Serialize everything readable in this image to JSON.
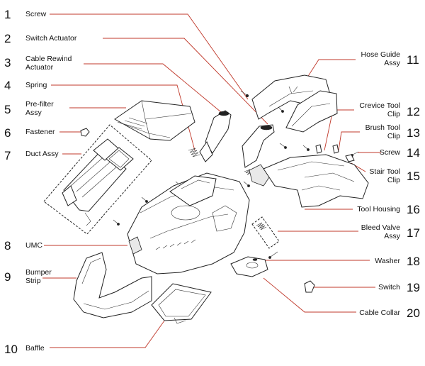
{
  "parts": [
    {
      "number": "1",
      "lines": [
        "Screw"
      ]
    },
    {
      "number": "2",
      "lines": [
        "Switch Actuator"
      ]
    },
    {
      "number": "3",
      "lines": [
        "Cable Rewind",
        "Actuator"
      ]
    },
    {
      "number": "4",
      "lines": [
        "Spring"
      ]
    },
    {
      "number": "5",
      "lines": [
        "Pre-filter",
        "Assy"
      ]
    },
    {
      "number": "6",
      "lines": [
        "Fastener"
      ]
    },
    {
      "number": "7",
      "lines": [
        "Duct Assy"
      ]
    },
    {
      "number": "8",
      "lines": [
        "UMC"
      ]
    },
    {
      "number": "9",
      "lines": [
        "Bumper",
        "Strip"
      ]
    },
    {
      "number": "10",
      "lines": [
        "Baffle"
      ]
    },
    {
      "number": "11",
      "lines": [
        "Hose Guide",
        "Assy"
      ]
    },
    {
      "number": "12",
      "lines": [
        "Crevice Tool",
        "Clip"
      ]
    },
    {
      "number": "13",
      "lines": [
        "Brush Tool",
        "Clip"
      ]
    },
    {
      "number": "14",
      "lines": [
        "Screw"
      ]
    },
    {
      "number": "15",
      "lines": [
        "Stair Tool",
        "Clip"
      ]
    },
    {
      "number": "16",
      "lines": [
        "Tool Housing"
      ]
    },
    {
      "number": "17",
      "lines": [
        "Bleed Valve",
        "Assy"
      ]
    },
    {
      "number": "18",
      "lines": [
        "Washer"
      ]
    },
    {
      "number": "19",
      "lines": [
        "Switch"
      ]
    },
    {
      "number": "20",
      "lines": [
        "Cable Collar"
      ]
    }
  ],
  "colors": {
    "leader": "#c0392b",
    "outline": "#222222",
    "text": "#111111"
  }
}
